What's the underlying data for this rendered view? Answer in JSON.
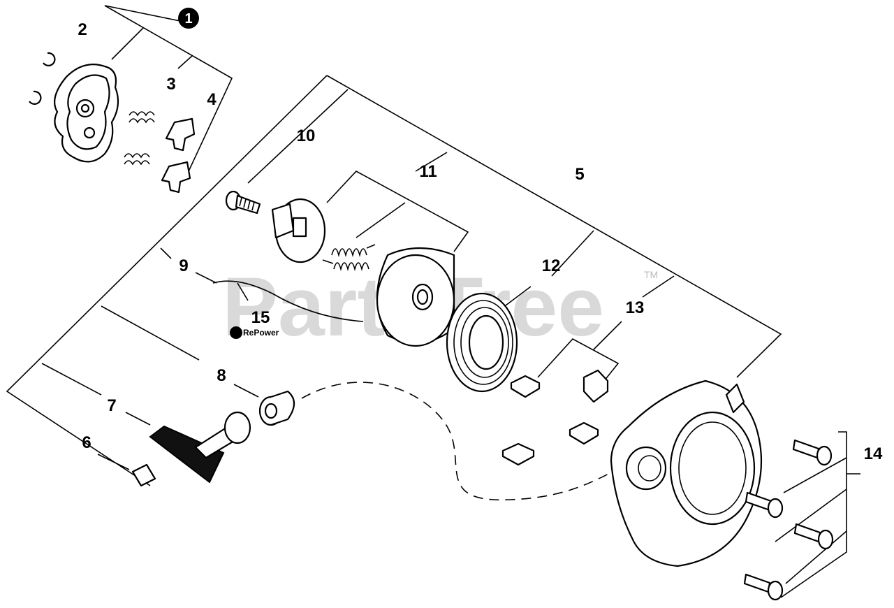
{
  "watermark": {
    "text": "PartsTree",
    "trademark": "TM"
  },
  "logo": {
    "text": "RePower"
  },
  "assembly_marker": "1",
  "callouts": [
    "2",
    "3",
    "4",
    "10",
    "11",
    "5",
    "9",
    "15",
    "12",
    "13",
    "8",
    "7",
    "6",
    "14"
  ]
}
